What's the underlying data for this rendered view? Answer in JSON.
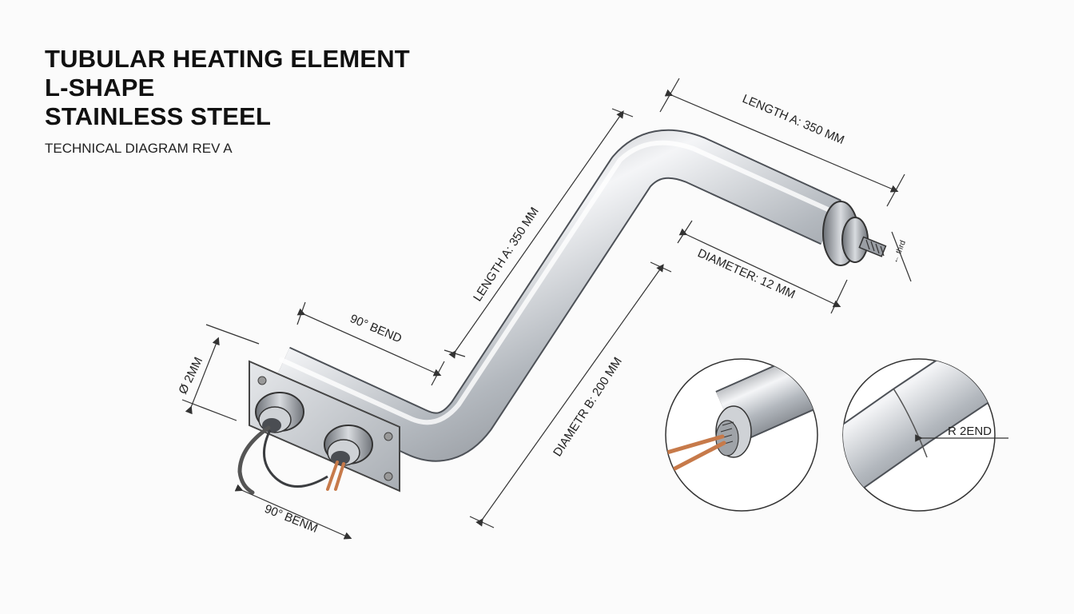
{
  "title": {
    "lines": [
      "TUBULAR HEATING ELEMENT",
      "L-SHAPE",
      "STAINLESS STEEL"
    ],
    "subtitle": "TECHNICAL DIAGRAM REV A"
  },
  "dimensions": {
    "length_a_top": "LENGTH A: 350 MM",
    "length_a_diag": "LENGTH A: 350 MM",
    "diameter_12": "DIAMETER: 12 MM",
    "bend_top": "90° BEND",
    "diameter_b": "DIAMETR B: 200 MM",
    "phi_2mm": "Ø 2MM",
    "bend_bottom": "90° BENM",
    "thread_label": "← thrd"
  },
  "details": {
    "bend_detail_label": "R 2END"
  },
  "colors": {
    "steel_light": "#eef0f2",
    "steel_mid": "#b9bec4",
    "steel_dark": "#6f7379",
    "copper": "#c77a4a",
    "line": "#333333"
  }
}
